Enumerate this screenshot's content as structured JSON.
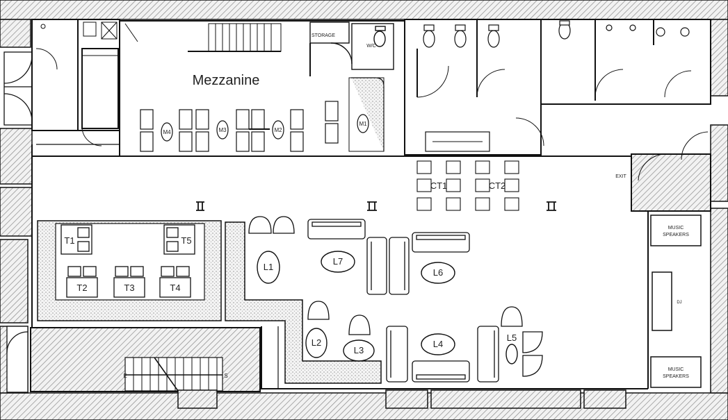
{
  "title": "Mezzanine",
  "mezzanine_tables": [
    "M4",
    "M3",
    "M2",
    "M1"
  ],
  "rooms": {
    "storage": "STORAGE",
    "wc": "W/C"
  },
  "exit_label": "EXIT",
  "tables": [
    "T1",
    "T5",
    "T2",
    "T3",
    "T4"
  ],
  "lounges": [
    "L1",
    "L7",
    "L6",
    "L2",
    "L3",
    "L4",
    "L5"
  ],
  "cocktail_tables": [
    "CT1",
    "CT2"
  ],
  "speakers": {
    "line1": "MUSIC",
    "line2": "SPEAKERS"
  },
  "dj": "DJ",
  "stair_marks": [
    "E",
    "S"
  ],
  "colors": {
    "wall": "#000000",
    "hatch": "#9a9a9a",
    "floor": "#ffffff",
    "stipple": "#e8e8e8"
  }
}
